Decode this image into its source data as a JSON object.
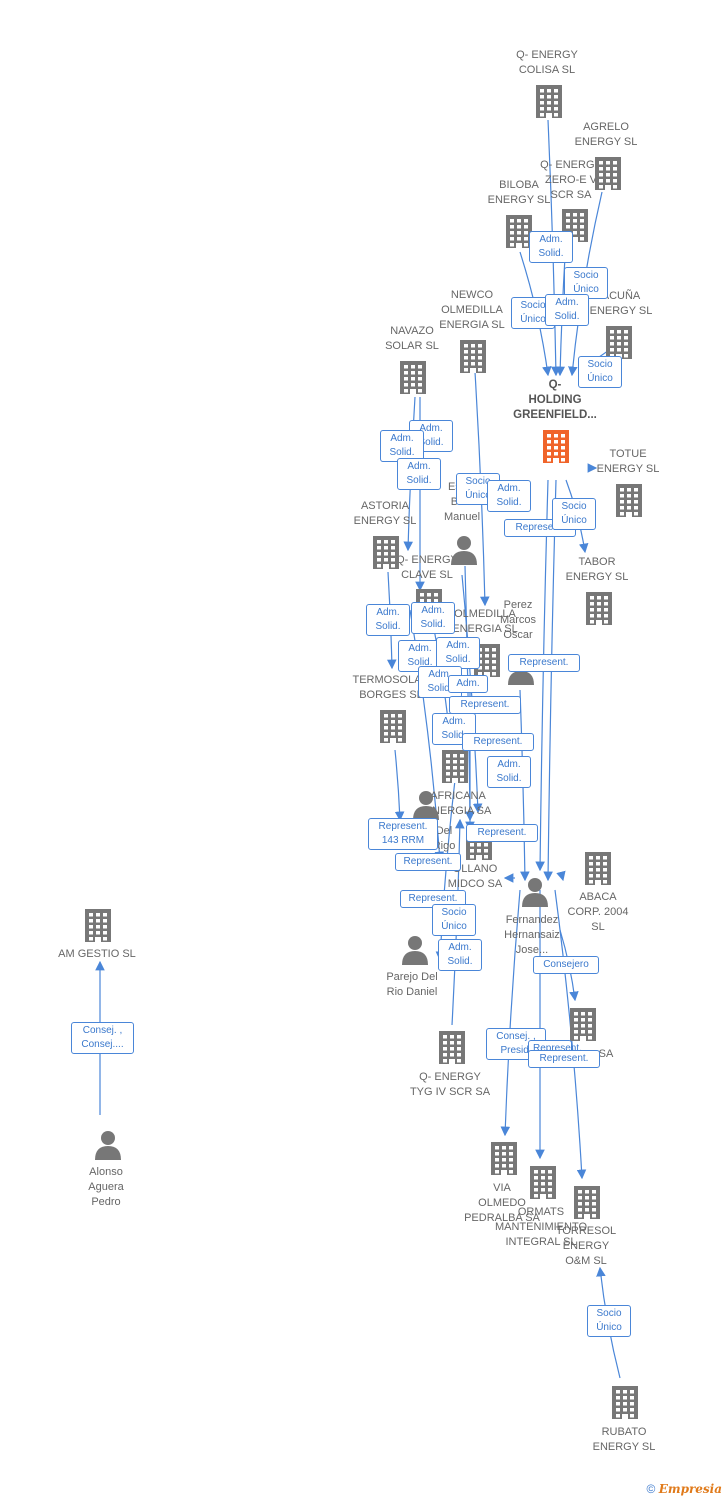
{
  "nodes": [
    {
      "id": "qcolisa",
      "label": "Q- ENERGY\nCOLISA  SL",
      "icon": "building-icon"
    },
    {
      "id": "agrelo",
      "label": "AGRELO\nENERGY  SL",
      "icon": "building-icon"
    },
    {
      "id": "zeroe",
      "label": "Q- ENERGY\nZERO-E V\nSCR SA",
      "icon": "building-icon"
    },
    {
      "id": "biloba",
      "label": "BILOBA\nENERGY  SL",
      "icon": "building-icon"
    },
    {
      "id": "acuna",
      "label": "ACUÑA\nENERGY  SL",
      "icon": "building-icon"
    },
    {
      "id": "newco",
      "label": "NEWCO\nOLMEDILLA\nENERGIA  SL",
      "icon": "building-icon"
    },
    {
      "id": "navazo",
      "label": "NAVAZO\nSOLAR SL",
      "icon": "building-icon"
    },
    {
      "id": "holding",
      "label": "Q-\nHOLDING\nGREENFIELD...",
      "icon": "building-icon",
      "main": true
    },
    {
      "id": "totue",
      "label": "TOTUE\nENERGY  SL",
      "icon": "building-icon"
    },
    {
      "id": "espbaman",
      "label": "Esp...\nBa...\nManuel",
      "icon": "person-icon"
    },
    {
      "id": "astoria",
      "label": "ASTORIA\nENERGY  SL",
      "icon": "building-icon"
    },
    {
      "id": "tabor",
      "label": "TABOR\nENERGY  SL",
      "icon": "building-icon"
    },
    {
      "id": "clave",
      "label": "Q- ENERGY\nCLAVE  SL",
      "icon": "building-icon"
    },
    {
      "id": "olmedilla",
      "label": "OLMEDILLA\nENERGIA SL",
      "icon": "building-icon"
    },
    {
      "id": "perez",
      "label": "Perez\nMarcos\nOscar",
      "icon": "person-icon"
    },
    {
      "id": "termosolar",
      "label": "TERMOSOLAR\nBORGES SL",
      "icon": "building-icon"
    },
    {
      "id": "africana",
      "label": "AFRICANA\nENERGIA SA",
      "icon": "building-icon"
    },
    {
      "id": "delrigo",
      "label": "Del\nRigo",
      "icon": "person-icon"
    },
    {
      "id": "ollano",
      "label": "OLLANO\nMIDCO SA",
      "icon": "building-icon"
    },
    {
      "id": "abaca",
      "label": "ABACA\nCORP.  2004\nSL",
      "icon": "building-icon"
    },
    {
      "id": "fernandez",
      "label": "Fernandez\nHernansaiz\nJose...",
      "icon": "person-icon"
    },
    {
      "id": "amgestio",
      "label": "AM GESTIO SL",
      "icon": "building-icon"
    },
    {
      "id": "parejo",
      "label": "Parejo Del\nRio Daniel",
      "icon": "person-icon"
    },
    {
      "id": "hsa",
      "label": "SA",
      "icon": "building-icon"
    },
    {
      "id": "tyg",
      "label": "Q- ENERGY\nTYG IV SCR SA",
      "icon": "building-icon"
    },
    {
      "id": "alonso",
      "label": "Alonso\nAguera\nPedro",
      "icon": "person-icon"
    },
    {
      "id": "via",
      "label": "VIA\nOLMEDO\nPEDRALBA SA",
      "icon": "building-icon"
    },
    {
      "id": "ormats",
      "label": "ORMATS\nMANTENIMIENTO\nINTEGRAL SL",
      "icon": "building-icon"
    },
    {
      "id": "torresol",
      "label": "TORRESOL\nENERGY\nO&M SL",
      "icon": "building-icon"
    },
    {
      "id": "rubato",
      "label": "RUBATO\nENERGY  SL",
      "icon": "building-icon"
    }
  ],
  "relations": [
    "Adm.\nSolid.",
    "Socio\nÚnico",
    "Socio\nÚnico",
    "Adm.\nSolid.",
    "Socio\nÚnico",
    "Adm.\nSolid.",
    "Adm.\nSolid.",
    "Adm.\nSolid.",
    "Socio\nÚnico",
    "Adm.\nSolid.",
    "Represent.",
    "Socio\nÚnico",
    "Adm.\nSolid.",
    "Adm.\nSolid.",
    "Adm.\nSolid.",
    "Adm.\nSolid.",
    "Represent.",
    "Adm.\nSolid.",
    "Adm.",
    "Represent.",
    "Adm.\nSolid.",
    "Represent.",
    "Adm.\nSolid.",
    "Represent.\n143 RRM",
    "Represent.",
    "Represent.",
    "Represent.",
    "Socio\nÚnico",
    "Adm.\nSolid.",
    "Consejero",
    "Consej. ,\nPresid.",
    "Represent.",
    "Represent.",
    "Consej. ,\nConsej....",
    "Socio\nÚnico"
  ],
  "footer": {
    "copyright": "©",
    "brand": "Empresia"
  },
  "colors": {
    "edge": "#4a86d8",
    "node": "#777777",
    "main": "#f0642a"
  }
}
